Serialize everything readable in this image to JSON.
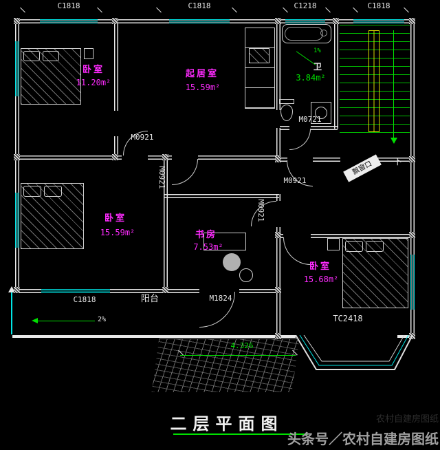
{
  "header_windows": {
    "w1": "C1818",
    "w2": "C1818",
    "w3": "C1218",
    "w4": "C1818"
  },
  "rooms": {
    "bedroom1": {
      "name": "卧室",
      "area": "11.20m²"
    },
    "living": {
      "name": "起居室",
      "area": "15.59m²"
    },
    "bath": {
      "name": "卫",
      "area": "3.84m²",
      "slope": "1%"
    },
    "bedroom2": {
      "name": "卧室",
      "area": "15.59m²"
    },
    "study": {
      "name": "书房",
      "area": "7.53m²"
    },
    "bedroom3": {
      "name": "卧室",
      "area": "15.68m²"
    }
  },
  "doors": {
    "d_a": "M0921",
    "d_b": "M0921",
    "d_hall": "M0921",
    "d_study": "M0921",
    "bath": "M0721",
    "balcony": "M1824"
  },
  "balcony": {
    "name": "阳台",
    "window": "C1818",
    "slope": "2%"
  },
  "bay_window": {
    "label": "TC2418"
  },
  "stairs": {
    "direction": "下"
  },
  "sign": {
    "label": "飘窗口"
  },
  "dimensions": {
    "porch_width": "4.326"
  },
  "footer": {
    "title": "二层平面图",
    "watermark": "头条号／农村自建房图纸",
    "watermark_faint": "农村自建房图纸"
  },
  "colors": {
    "wall": "#e8e8e8",
    "window": "#00e5e5",
    "room_text": "#ff2bff",
    "accent_green": "#00e000",
    "rail_yellow": "#d8d800"
  }
}
